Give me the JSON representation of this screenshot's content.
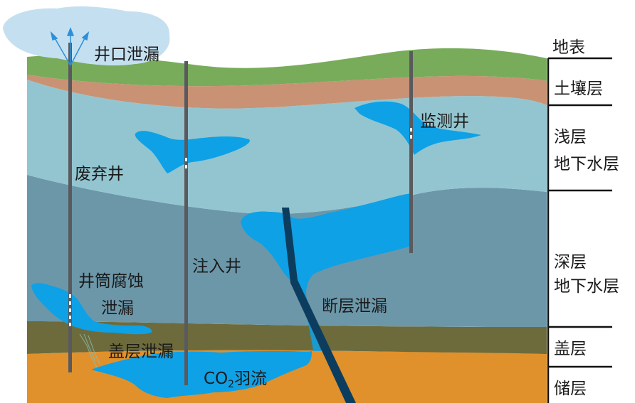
{
  "labels": {
    "wellhead_leak": "井口泄漏",
    "abandoned_well": "废弃井",
    "wellbore_corrosion_1": "井筒腐蚀",
    "wellbore_corrosion_2": "泄漏",
    "caprock_leak": "盖层泄漏",
    "injection_well": "注入井",
    "plume_prefix": "CO",
    "plume_sub": "2",
    "plume_suffix": "羽流",
    "fault_leak": "断层泄漏",
    "monitoring_well": "监测井"
  },
  "legend": {
    "surface": "地表",
    "soil": "土壤层",
    "shallow_1": "浅层",
    "shallow_2": "地下水层",
    "deep_1": "深层",
    "deep_2": "地下水层",
    "caprock": "盖层",
    "reservoir": "储层"
  },
  "colors": {
    "sky_cloud": "#c4e0f0",
    "green": "#78ac5a",
    "soil": "#c99274",
    "shallow": "#93c5d0",
    "deep": "#6c97a9",
    "caprock": "#6d6b3c",
    "reservoir": "#e0912c",
    "co2": "#0ea1e6",
    "well": "#5a5a5e",
    "fault": "#0d3d5e"
  }
}
